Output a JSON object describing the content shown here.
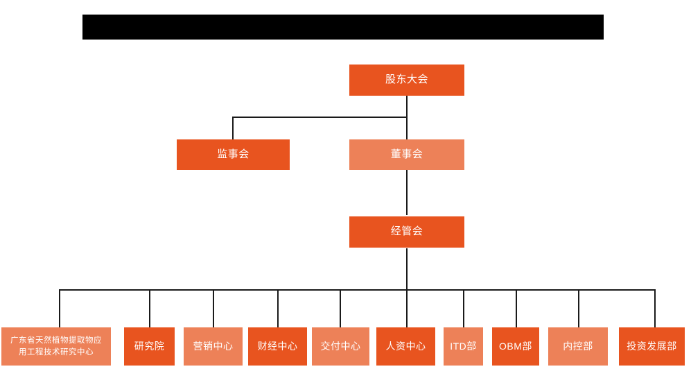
{
  "page": {
    "title_bar": {
      "name": "redacted-title-bar",
      "text": "",
      "color": "#000000"
    },
    "background": "#ffffff"
  },
  "theme": {
    "accent_dark": "#e8541f",
    "accent_light": "#ed8158",
    "connector_color": "#1a1a1a",
    "text_color": "#ffffff"
  },
  "org_chart": {
    "levels": {
      "level1": [
        {
          "id": "shareholders-meeting",
          "label": "股东大会",
          "tone": "dark"
        }
      ],
      "level2": [
        {
          "id": "board-of-supervisors",
          "label": "监事会",
          "tone": "dark"
        },
        {
          "id": "board-of-directors",
          "label": "董事会",
          "tone": "light"
        }
      ],
      "level3": [
        {
          "id": "management-committee",
          "label": "经管会",
          "tone": "dark"
        }
      ],
      "departments": [
        {
          "id": "guangdong-research-center",
          "label": "广东省天然植物提取物应\n用工程技术研究中心",
          "tone": "light"
        },
        {
          "id": "research-institute",
          "label": "研究院",
          "tone": "dark"
        },
        {
          "id": "marketing-center",
          "label": "营销中心",
          "tone": "light"
        },
        {
          "id": "finance-center",
          "label": "财经中心",
          "tone": "dark"
        },
        {
          "id": "delivery-center",
          "label": "交付中心",
          "tone": "light"
        },
        {
          "id": "hr-center",
          "label": "人资中心",
          "tone": "dark"
        },
        {
          "id": "itd-department",
          "label": "ITD部",
          "tone": "light"
        },
        {
          "id": "obm-department",
          "label": "OBM部",
          "tone": "dark"
        },
        {
          "id": "internal-control-department",
          "label": "内控部",
          "tone": "light"
        },
        {
          "id": "investment-development-department",
          "label": "投资发展部",
          "tone": "dark"
        }
      ]
    }
  }
}
